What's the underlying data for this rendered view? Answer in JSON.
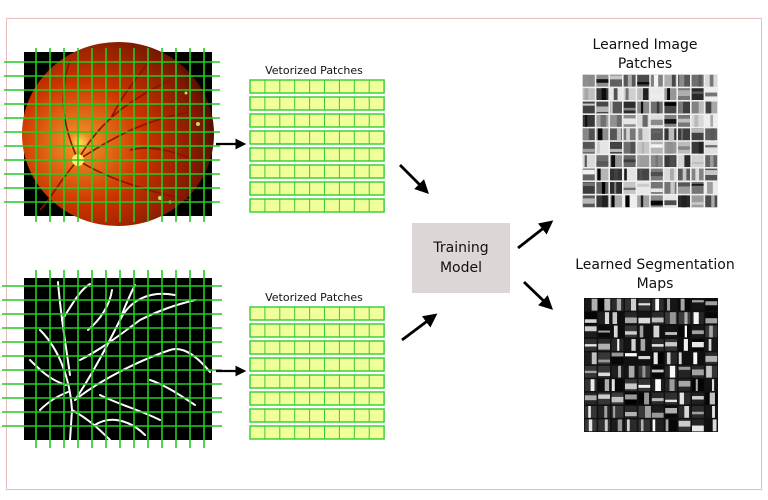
{
  "top_patches_title": "Vetorized Patches",
  "bottom_patches_title": "Vetorized Patches",
  "training_label_line1": "Training",
  "training_label_line2": "Model",
  "learned_patches_line1": "Learned Image",
  "learned_patches_line2": "Patches",
  "learned_maps_line1": "Learned Segmentation",
  "learned_maps_line2": "Maps",
  "colors": {
    "grid": "#22cc22",
    "patch_fill": "#f0ff99",
    "patch_border": "#33cc33",
    "training_box": "#ddd6d6",
    "arrow": "#000000"
  }
}
